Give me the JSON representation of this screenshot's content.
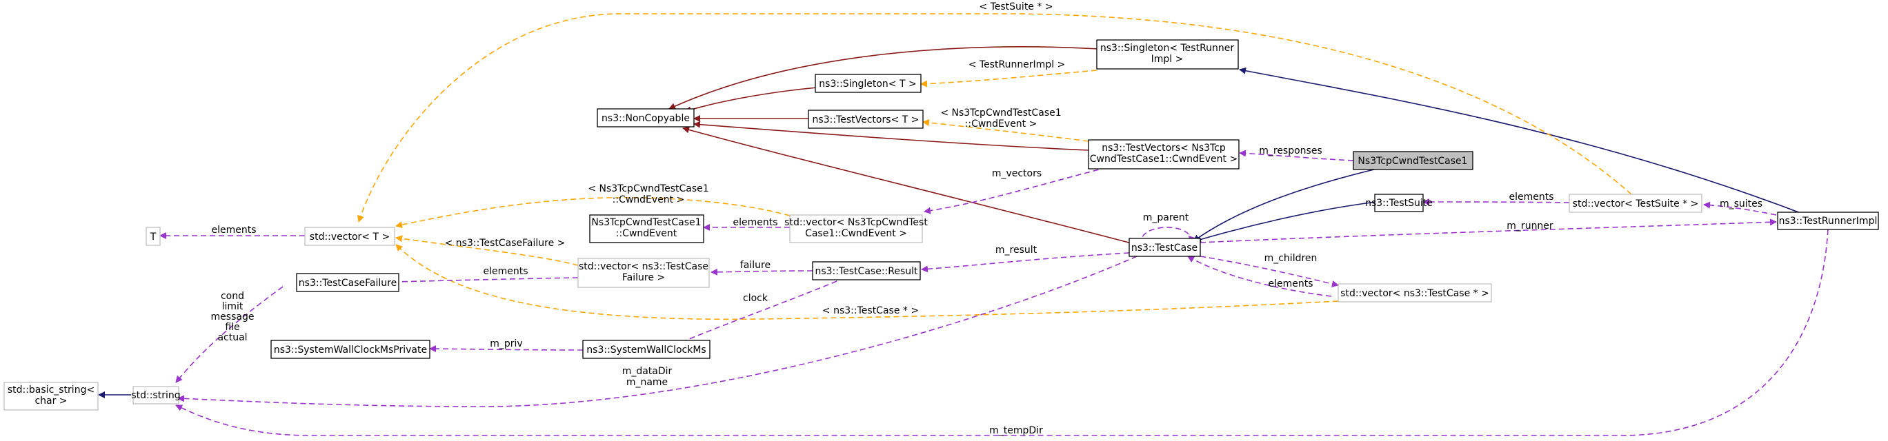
{
  "colors": {
    "inheritance": "#191970",
    "private_inheritance": "#8b1a1a",
    "template_instance": "#ffa500",
    "usage": "#9a32cd",
    "focus_fill": "#bfbfbf"
  },
  "nodes": {
    "singleton_testrunner": [
      "ns3::Singleton< TestRunner",
      "Impl >"
    ],
    "noncopyable": [
      "ns3::NonCopyable"
    ],
    "singleton_t": [
      "ns3::Singleton< T >"
    ],
    "testvectors_t": [
      "ns3::TestVectors< T >"
    ],
    "testvectors_cwnd": [
      "ns3::TestVectors< Ns3Tcp",
      "CwndTestCase1::CwndEvent >"
    ],
    "ns3tcpcwndtestcase1": [
      "Ns3TcpCwndTestCase1"
    ],
    "t": [
      "T"
    ],
    "vector_t": [
      "std::vector< T >"
    ],
    "cwndevent": [
      "Ns3TcpCwndTestCase1",
      "::CwndEvent"
    ],
    "vector_cwndevent": [
      "std::vector< Ns3TcpCwndTest",
      "Case1::CwndEvent >"
    ],
    "testsuite": [
      "ns3::TestSuite"
    ],
    "vector_testsuite": [
      "std::vector< TestSuite * >"
    ],
    "testrunnerimpl": [
      "ns3::TestRunnerImpl"
    ],
    "testcase": [
      "ns3::TestCase"
    ],
    "testcasefailure": [
      "ns3::TestCaseFailure"
    ],
    "vector_testcasefailure": [
      "std::vector< ns3::TestCase",
      "Failure >"
    ],
    "testcase_result": [
      "ns3::TestCase::Result"
    ],
    "vector_testcase": [
      "std::vector< ns3::TestCase * >"
    ],
    "wallclock_private": [
      "ns3::SystemWallClockMsPrivate"
    ],
    "wallclock": [
      "ns3::SystemWallClockMs"
    ],
    "basic_string": [
      "std::basic_string<",
      "char >"
    ],
    "string": [
      "std::string"
    ]
  },
  "edge_labels": {
    "testsuite_ptr": [
      "< TestSuite * >"
    ],
    "testrunnerimpl": [
      "< TestRunnerImpl >"
    ],
    "cwndevent_tv": [
      "< Ns3TcpCwndTestCase1",
      "::CwndEvent >"
    ],
    "m_responses": [
      "m_responses"
    ],
    "m_vectors": [
      "m_vectors"
    ],
    "cwndevent_vec": [
      "< Ns3TcpCwndTestCase1",
      "::CwndEvent >"
    ],
    "elements_t": [
      "elements"
    ],
    "elements_cwnd": [
      "elements"
    ],
    "m_parent": [
      "m_parent"
    ],
    "elements_suite": [
      "elements"
    ],
    "m_suites": [
      "m_suites"
    ],
    "m_runner": [
      "m_runner"
    ],
    "testcasefailure": [
      "< ns3::TestCaseFailure >"
    ],
    "m_result": [
      "m_result"
    ],
    "m_children": [
      "m_children"
    ],
    "elements_failure": [
      "elements"
    ],
    "failure": [
      "failure"
    ],
    "elements_testcase": [
      "elements"
    ],
    "string_members": [
      "cond",
      "limit",
      "message",
      "file",
      "actual"
    ],
    "clock": [
      "clock"
    ],
    "testcase_ptr": [
      "< ns3::TestCase * >"
    ],
    "m_priv": [
      "m_priv"
    ],
    "m_datadir": [
      "m_dataDir",
      "m_name"
    ],
    "m_tempdir": [
      "m_tempDir"
    ]
  }
}
